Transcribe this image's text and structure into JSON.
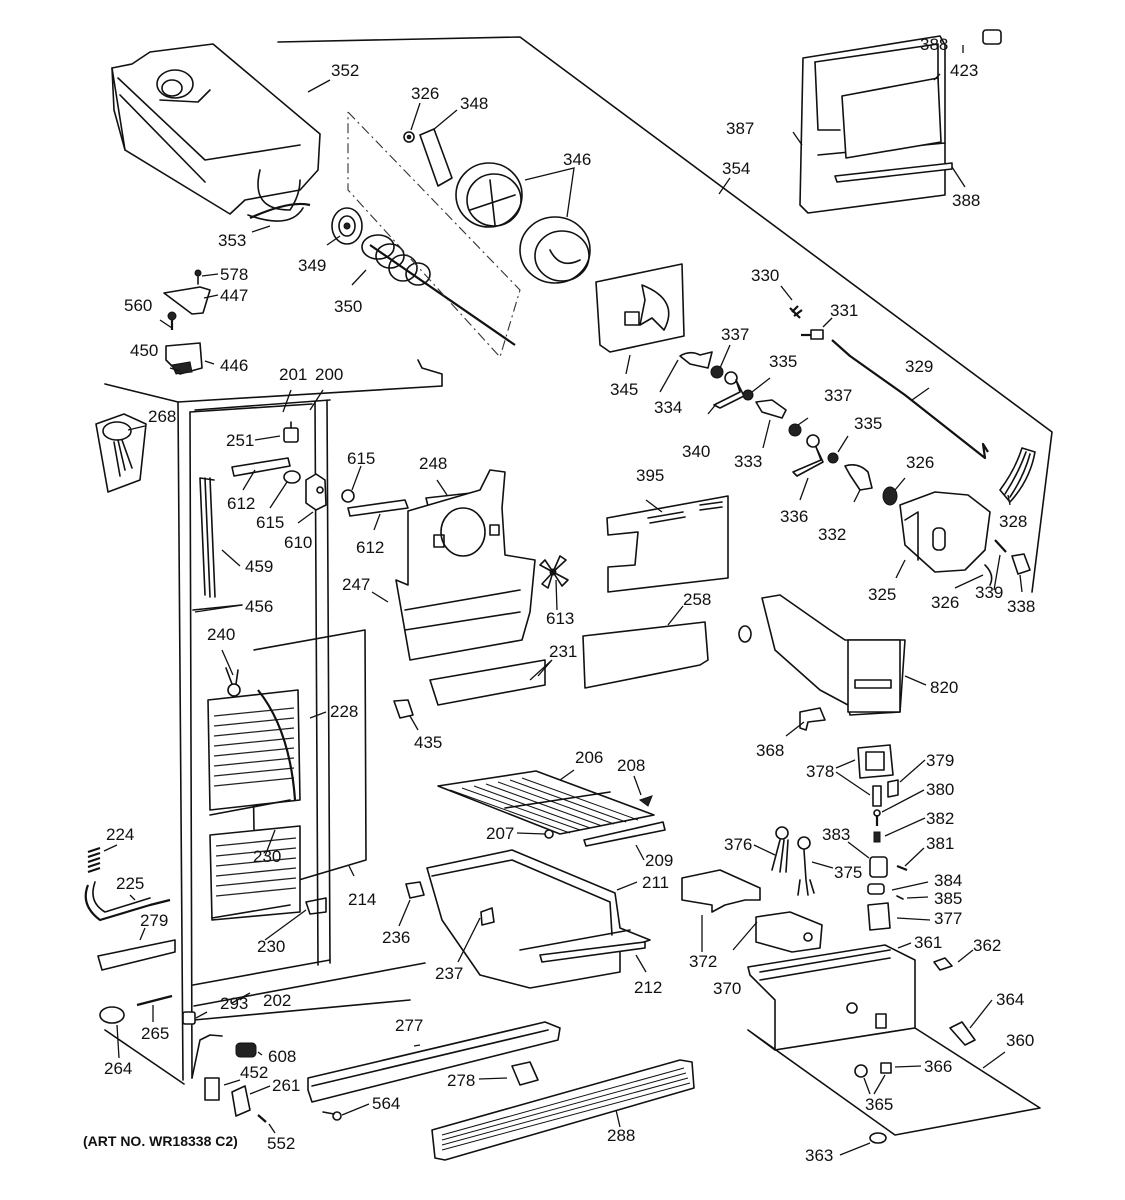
{
  "diagram": {
    "type": "exploded-parts-diagram",
    "subject": "refrigerator freezer section parts",
    "art_number": "(ART NO. WR18338 C2)",
    "callouts": [
      {
        "id": "c352",
        "label": "352"
      },
      {
        "id": "c326a",
        "label": "326"
      },
      {
        "id": "c348",
        "label": "348"
      },
      {
        "id": "c346",
        "label": "346"
      },
      {
        "id": "c353",
        "label": "353"
      },
      {
        "id": "c349",
        "label": "349"
      },
      {
        "id": "c350",
        "label": "350"
      },
      {
        "id": "c578",
        "label": "578"
      },
      {
        "id": "c447",
        "label": "447"
      },
      {
        "id": "c560",
        "label": "560"
      },
      {
        "id": "c450",
        "label": "450"
      },
      {
        "id": "c446",
        "label": "446"
      },
      {
        "id": "c388a",
        "label": "388"
      },
      {
        "id": "c423",
        "label": "423"
      },
      {
        "id": "c387",
        "label": "387"
      },
      {
        "id": "c354",
        "label": "354"
      },
      {
        "id": "c388b",
        "label": "388"
      },
      {
        "id": "c345",
        "label": "345"
      },
      {
        "id": "c330",
        "label": "330"
      },
      {
        "id": "c331",
        "label": "331"
      },
      {
        "id": "c337a",
        "label": "337"
      },
      {
        "id": "c335a",
        "label": "335"
      },
      {
        "id": "c329",
        "label": "329"
      },
      {
        "id": "c334",
        "label": "334"
      },
      {
        "id": "c340",
        "label": "340"
      },
      {
        "id": "c333",
        "label": "333"
      },
      {
        "id": "c337b",
        "label": "337"
      },
      {
        "id": "c335b",
        "label": "335"
      },
      {
        "id": "c326b",
        "label": "326"
      },
      {
        "id": "c336",
        "label": "336"
      },
      {
        "id": "c332",
        "label": "332"
      },
      {
        "id": "c328",
        "label": "328"
      },
      {
        "id": "c325",
        "label": "325"
      },
      {
        "id": "c326c",
        "label": "326"
      },
      {
        "id": "c339",
        "label": "339"
      },
      {
        "id": "c338",
        "label": "338"
      },
      {
        "id": "c201",
        "label": "201"
      },
      {
        "id": "c200",
        "label": "200"
      },
      {
        "id": "c268",
        "label": "268"
      },
      {
        "id": "c251",
        "label": "251"
      },
      {
        "id": "c615a",
        "label": "615"
      },
      {
        "id": "c612a",
        "label": "612"
      },
      {
        "id": "c615b",
        "label": "615"
      },
      {
        "id": "c610",
        "label": "610"
      },
      {
        "id": "c612b",
        "label": "612"
      },
      {
        "id": "c248",
        "label": "248"
      },
      {
        "id": "c459",
        "label": "459"
      },
      {
        "id": "c456",
        "label": "456"
      },
      {
        "id": "c247",
        "label": "247"
      },
      {
        "id": "c395",
        "label": "395"
      },
      {
        "id": "c613",
        "label": "613"
      },
      {
        "id": "c258",
        "label": "258"
      },
      {
        "id": "c231",
        "label": "231"
      },
      {
        "id": "c240",
        "label": "240"
      },
      {
        "id": "c228",
        "label": "228"
      },
      {
        "id": "c435",
        "label": "435"
      },
      {
        "id": "c820",
        "label": "820"
      },
      {
        "id": "c368",
        "label": "368"
      },
      {
        "id": "c378",
        "label": "378"
      },
      {
        "id": "c379",
        "label": "379"
      },
      {
        "id": "c380",
        "label": "380"
      },
      {
        "id": "c382",
        "label": "382"
      },
      {
        "id": "c383",
        "label": "383"
      },
      {
        "id": "c381",
        "label": "381"
      },
      {
        "id": "c376",
        "label": "376"
      },
      {
        "id": "c375",
        "label": "375"
      },
      {
        "id": "c384",
        "label": "384"
      },
      {
        "id": "c385",
        "label": "385"
      },
      {
        "id": "c377",
        "label": "377"
      },
      {
        "id": "c206",
        "label": "206"
      },
      {
        "id": "c208",
        "label": "208"
      },
      {
        "id": "c207",
        "label": "207"
      },
      {
        "id": "c209",
        "label": "209"
      },
      {
        "id": "c211",
        "label": "211"
      },
      {
        "id": "c224",
        "label": "224"
      },
      {
        "id": "c225",
        "label": "225"
      },
      {
        "id": "c230a",
        "label": "230"
      },
      {
        "id": "c214",
        "label": "214"
      },
      {
        "id": "c236",
        "label": "236"
      },
      {
        "id": "c279",
        "label": "279"
      },
      {
        "id": "c230b",
        "label": "230"
      },
      {
        "id": "c237",
        "label": "237"
      },
      {
        "id": "c212",
        "label": "212"
      },
      {
        "id": "c372",
        "label": "372"
      },
      {
        "id": "c370",
        "label": "370"
      },
      {
        "id": "c361",
        "label": "361"
      },
      {
        "id": "c362",
        "label": "362"
      },
      {
        "id": "c364",
        "label": "364"
      },
      {
        "id": "c360",
        "label": "360"
      },
      {
        "id": "c202",
        "label": "202"
      },
      {
        "id": "c293",
        "label": "293"
      },
      {
        "id": "c265",
        "label": "265"
      },
      {
        "id": "c264",
        "label": "264"
      },
      {
        "id": "c277",
        "label": "277"
      },
      {
        "id": "c608",
        "label": "608"
      },
      {
        "id": "c452",
        "label": "452"
      },
      {
        "id": "c261",
        "label": "261"
      },
      {
        "id": "c278",
        "label": "278"
      },
      {
        "id": "c564",
        "label": "564"
      },
      {
        "id": "c288",
        "label": "288"
      },
      {
        "id": "c366",
        "label": "366"
      },
      {
        "id": "c365",
        "label": "365"
      },
      {
        "id": "c552",
        "label": "552"
      },
      {
        "id": "c363",
        "label": "363"
      }
    ]
  }
}
